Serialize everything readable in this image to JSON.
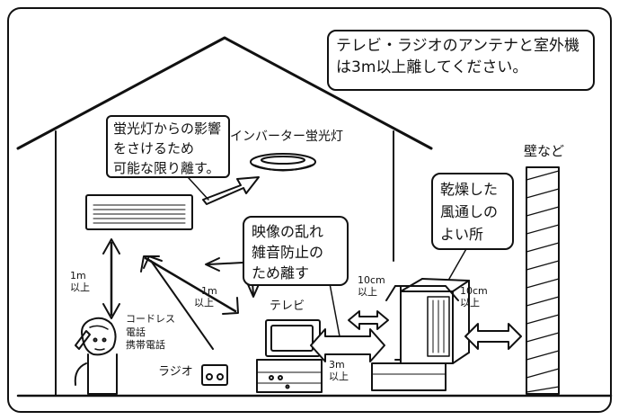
{
  "notice": {
    "lines": [
      "テレビ・ラジオのアンテナと室外機",
      "は3m以上離してください。"
    ]
  },
  "callouts": {
    "fluorescent": {
      "lines": [
        "蛍光灯からの影響",
        "をさけるため",
        "可能な限り離す。"
      ]
    },
    "interference": {
      "lines": [
        "映像の乱れ",
        "雑音防止の",
        "ため離す"
      ]
    },
    "placement": {
      "lines": [
        "乾燥した",
        "風通しの",
        "よい所"
      ]
    }
  },
  "labels": {
    "inverter_light": "インバーター蛍光灯",
    "wall": "壁など",
    "tv": "テレビ",
    "radio": "ラジオ",
    "phones": [
      "コードレス",
      "電話",
      "携帯電話"
    ]
  },
  "distances": {
    "ac_to_phone": {
      "value": "1",
      "unit": "m",
      "suffix": "以上"
    },
    "ac_to_tv": {
      "value": "1",
      "unit": "m",
      "suffix": "以上"
    },
    "tv_to_unit": {
      "value": "3",
      "unit": "m",
      "suffix": "以上"
    },
    "unit_front": {
      "value": "10",
      "unit": "cm",
      "suffix": "以上"
    },
    "unit_back": {
      "value": "10",
      "unit": "cm",
      "suffix": "以上"
    }
  }
}
